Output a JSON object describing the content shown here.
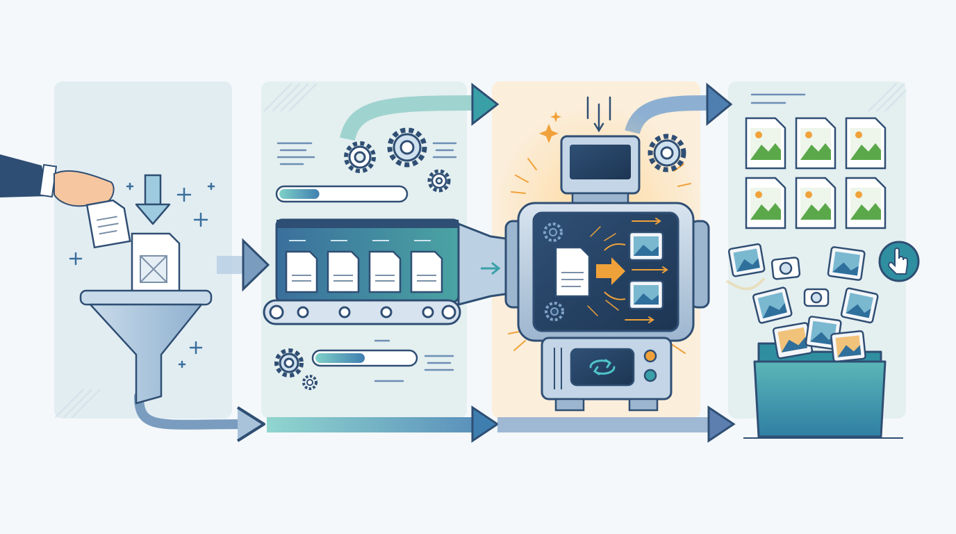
{
  "diagram": {
    "stages": [
      {
        "id": "ingest",
        "icons": [
          "hand-icon",
          "document-icon",
          "down-arrow-icon",
          "funnel-icon"
        ]
      },
      {
        "id": "queue",
        "icons": [
          "gear-icon",
          "progress-bar",
          "conveyor-belt",
          "document-icon"
        ]
      },
      {
        "id": "convert",
        "icons": [
          "machine-icon",
          "image-icon",
          "refresh-icon"
        ]
      },
      {
        "id": "output",
        "icons": [
          "image-file-icon",
          "camera-icon",
          "cursor-hand-icon",
          "folder-icon"
        ]
      }
    ],
    "progress": {
      "queue_top": 0.32,
      "queue_bottom": 0.5
    },
    "output_file_grid": {
      "rows": 2,
      "cols": 3
    },
    "colors": {
      "navy": "#2f4e73",
      "teal": "#3aa0a8",
      "blue": "#4f7fb0",
      "orange": "#f0a23a",
      "green": "#5aa84a",
      "panel": "#e6f0f3",
      "panel_warm": "#fbefdc"
    }
  }
}
